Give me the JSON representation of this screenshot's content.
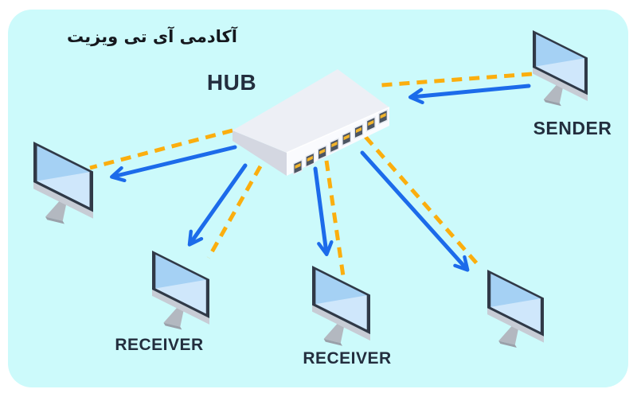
{
  "page": {
    "background": "#ffffff"
  },
  "panel": {
    "fill": "#ccfafb"
  },
  "title": {
    "text": "آکادمی آی تی ویزیت",
    "color": "#15181e"
  },
  "hub": {
    "label": "HUB",
    "port_count": 8,
    "colors": {
      "top": "#edeff5",
      "left": "#d4d7e1",
      "front": "#fafbfe",
      "bevel": "#ffffff",
      "port_frame": "#e8ebf2",
      "port_socket": "#4c5562",
      "port_pin": "#f2b42c"
    }
  },
  "computers": {
    "sender": {
      "label": "SENDER"
    },
    "receiver_left": {
      "label": "RECEIVER"
    },
    "receiver_mid": {
      "label": "RECEIVER"
    }
  },
  "labels_color": "#232e3e",
  "lines": {
    "data_color": "#1c6bea",
    "broadcast_color": "#fbae0e"
  },
  "monitor_colors": {
    "frame": "#303947",
    "screen": "#a5d1f4",
    "sheen": "#cfe7fb",
    "chin": "#c7ccd5",
    "stand": "#b3b8c0",
    "stand_base": "#9aa0a9"
  }
}
